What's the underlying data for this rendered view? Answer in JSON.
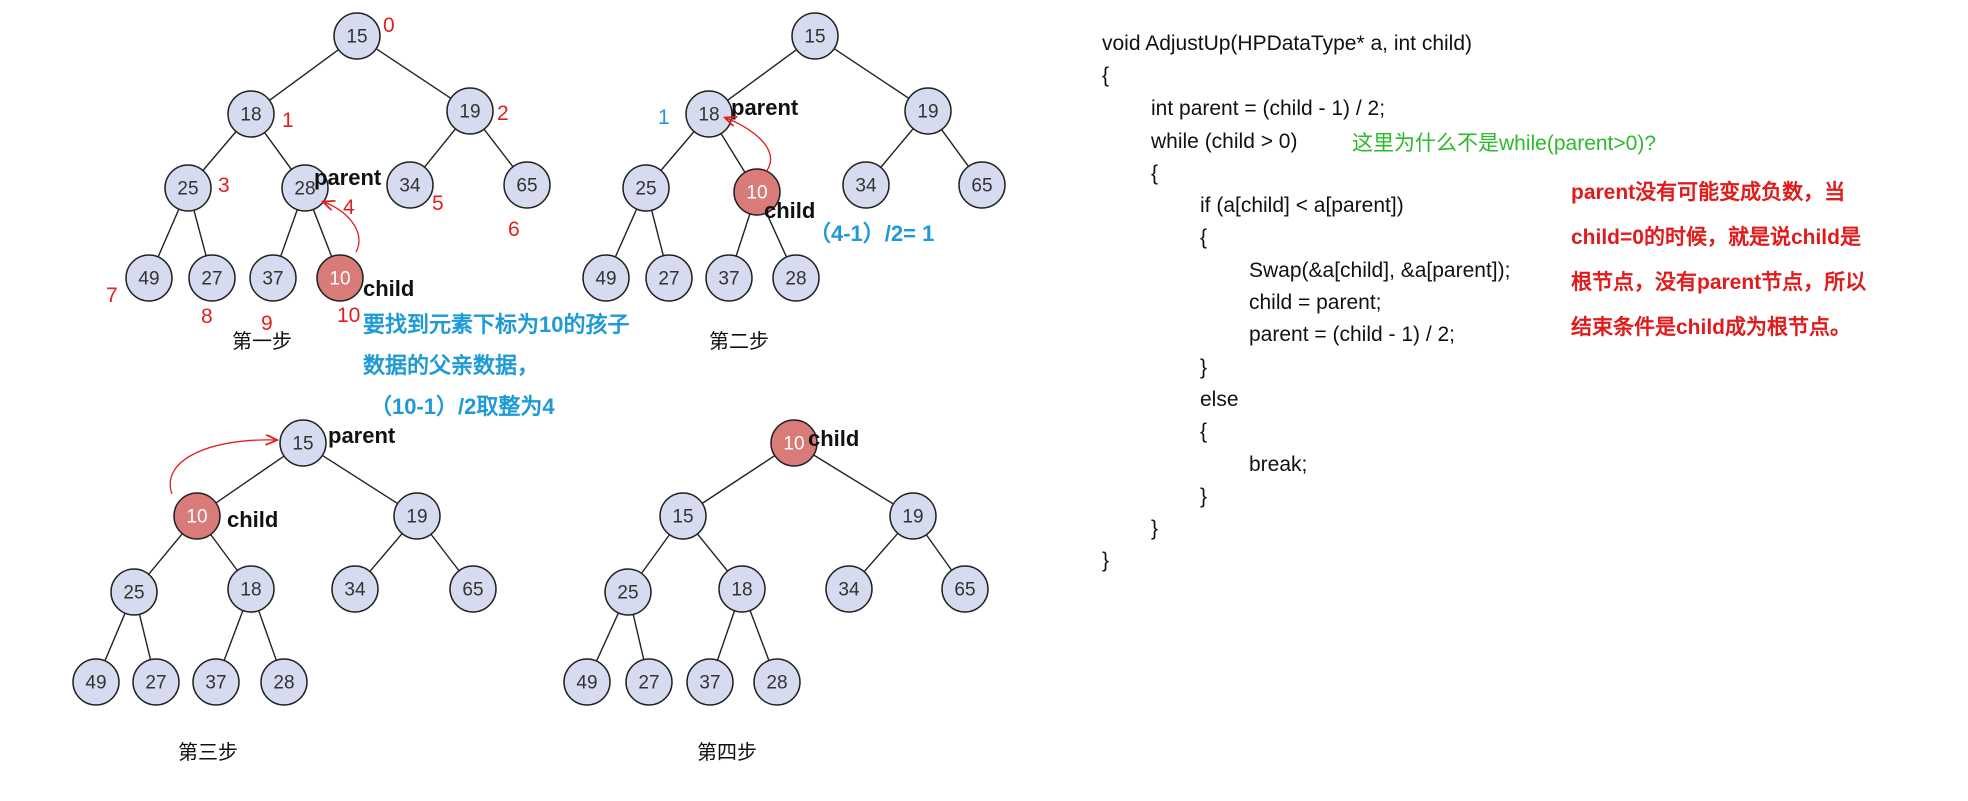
{
  "colors": {
    "node_fill": "#d6dbef",
    "highlight_fill": "#d97b78",
    "edge": "#222222",
    "index_red": "#e02020",
    "blue_note": "#1e9ad6",
    "green_note": "#2eb82e",
    "red_note": "#e01b1b"
  },
  "steps": [
    {
      "caption": "第一步",
      "nodes": [
        {
          "value": "15",
          "index": "0"
        },
        {
          "value": "18",
          "index": "1"
        },
        {
          "value": "19",
          "index": "2"
        },
        {
          "value": "25",
          "index": "3"
        },
        {
          "value": "28",
          "index": "4",
          "role": "parent"
        },
        {
          "value": "34",
          "index": "5"
        },
        {
          "value": "65",
          "index": "6"
        },
        {
          "value": "49",
          "index": "7"
        },
        {
          "value": "27",
          "index": "8"
        },
        {
          "value": "37",
          "index": "9"
        },
        {
          "value": "10",
          "index": "10",
          "role": "child",
          "highlight": true
        }
      ],
      "note_lines": [
        "要找到元素下标为10的孩子",
        "数据的父亲数据，",
        "（10-1）/2取整为4"
      ]
    },
    {
      "caption": "第二步",
      "nodes": [
        {
          "value": "15"
        },
        {
          "value": "18",
          "index": "1",
          "role": "parent"
        },
        {
          "value": "19"
        },
        {
          "value": "25"
        },
        {
          "value": "10",
          "role": "child",
          "highlight": true
        },
        {
          "value": "34"
        },
        {
          "value": "65"
        },
        {
          "value": "49"
        },
        {
          "value": "27"
        },
        {
          "value": "37"
        },
        {
          "value": "28"
        }
      ],
      "note_lines": [
        "（4-1）/2= 1"
      ]
    },
    {
      "caption": "第三步",
      "nodes": [
        {
          "value": "15",
          "role": "parent"
        },
        {
          "value": "10",
          "role": "child",
          "highlight": true
        },
        {
          "value": "19"
        },
        {
          "value": "25"
        },
        {
          "value": "18"
        },
        {
          "value": "34"
        },
        {
          "value": "65"
        },
        {
          "value": "49"
        },
        {
          "value": "27"
        },
        {
          "value": "37"
        },
        {
          "value": "28"
        }
      ]
    },
    {
      "caption": "第四步",
      "nodes": [
        {
          "value": "10",
          "role": "child",
          "highlight": true
        },
        {
          "value": "15"
        },
        {
          "value": "19"
        },
        {
          "value": "25"
        },
        {
          "value": "18"
        },
        {
          "value": "34"
        },
        {
          "value": "65"
        },
        {
          "value": "49"
        },
        {
          "value": "27"
        },
        {
          "value": "37"
        },
        {
          "value": "28"
        }
      ]
    }
  ],
  "code": {
    "lines": [
      "void AdjustUp(HPDataType* a, int child)",
      "{",
      "int parent = (child - 1) / 2;",
      "while (child > 0)",
      "{",
      "if (a[child] < a[parent])",
      "{",
      "Swap(&a[child], &a[parent]);",
      "child = parent;",
      "parent = (child - 1) / 2;",
      "}",
      "else",
      "{",
      "break;",
      "}",
      "}",
      "}"
    ],
    "inline_comment": "这里为什么不是while(parent>0)?"
  },
  "answer_lines": [
    "parent没有可能变成负数，当",
    "child=0的时候，就是说child是",
    "根节点，没有parent节点，所以",
    "结束条件是child成为根节点。"
  ]
}
